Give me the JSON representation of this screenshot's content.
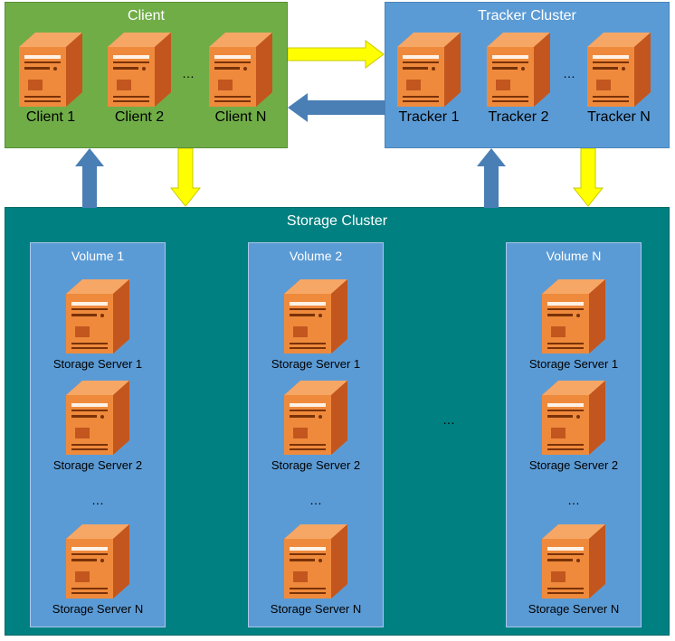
{
  "client": {
    "title": "Client",
    "nodes": [
      "Client 1",
      "Client 2",
      "Client N"
    ],
    "ellipsis": "…"
  },
  "tracker": {
    "title": "Tracker Cluster",
    "nodes": [
      "Tracker 1",
      "Tracker 2",
      "Tracker N"
    ],
    "ellipsis": "…"
  },
  "storage": {
    "title": "Storage Cluster",
    "between_volumes_ellipsis": "…",
    "volumes": [
      {
        "title": "Volume 1",
        "servers": [
          "Storage Server 1",
          "Storage Server 2",
          "Storage Server N"
        ],
        "ellipsis": "…"
      },
      {
        "title": "Volume 2",
        "servers": [
          "Storage Server 1",
          "Storage Server 2",
          "Storage Server N"
        ],
        "ellipsis": "…"
      },
      {
        "title": "Volume N",
        "servers": [
          "Storage Server 1",
          "Storage Server 2",
          "Storage Server N"
        ],
        "ellipsis": "…"
      }
    ]
  },
  "colors": {
    "client_panel": "#70ad47",
    "tracker_panel": "#5b9bd5",
    "storage_panel": "#008080",
    "volume_panel": "#5b9bd5",
    "server_orange": "#e8782e",
    "arrow_yellow": "#ffff00",
    "arrow_blue": "#4a7fb5"
  },
  "icons": [
    "server-icon",
    "arrow-right-icon",
    "arrow-left-icon",
    "arrow-up-icon",
    "arrow-down-icon"
  ]
}
